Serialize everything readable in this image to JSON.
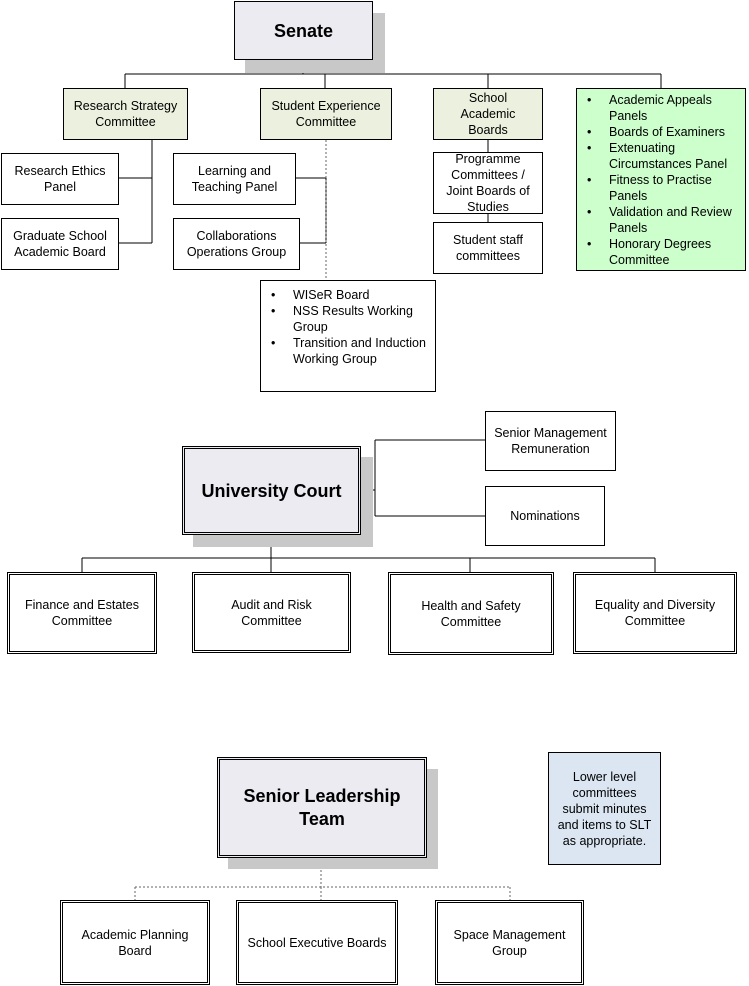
{
  "senate": {
    "title": "Senate",
    "committees": {
      "research_strategy": "Research Strategy Committee",
      "student_experience": "Student Experience Committee",
      "school_academic_boards": "School Academic Boards",
      "other_panels": [
        "Academic Appeals Panels",
        "Boards of Examiners",
        "Extenuating Circumstances Panel",
        "Fitness to Practise Panels",
        "Validation and Review Panels",
        "Honorary Degrees Committee"
      ]
    },
    "research_subgroups": {
      "research_ethics": "Research Ethics Panel",
      "graduate_school": "Graduate School Academic Board"
    },
    "student_experience_subgroups": {
      "learning_teaching": "Learning and Teaching Panel",
      "collaborations": "Collaborations Operations Group",
      "working_groups": [
        "WISeR Board",
        "NSS Results Working Group",
        "Transition and Induction Working Group"
      ]
    },
    "school_subgroups": {
      "programme_committees": "Programme Committees / Joint Boards of Studies",
      "student_staff": "Student staff committees"
    }
  },
  "court": {
    "title": "University Court",
    "side_committees": [
      "Senior Management Remuneration",
      "Nominations"
    ],
    "committees": [
      "Finance and Estates Committee",
      "Audit and Risk Committee",
      "Health and Safety Committee",
      "Equality and Diversity Committee"
    ]
  },
  "slt": {
    "title": "Senior Leadership Team",
    "note": "Lower level committees submit minutes and items to SLT as appropriate.",
    "boards": [
      "Academic Planning Board",
      "School Executive Boards",
      "Space Management Group"
    ]
  },
  "colors": {
    "title_box": "#ecebf2",
    "committee_green": "#ebf1de",
    "panel_green": "#ccffcc",
    "note_blue": "#dce6f2",
    "shadow": "#c8c8c8"
  }
}
